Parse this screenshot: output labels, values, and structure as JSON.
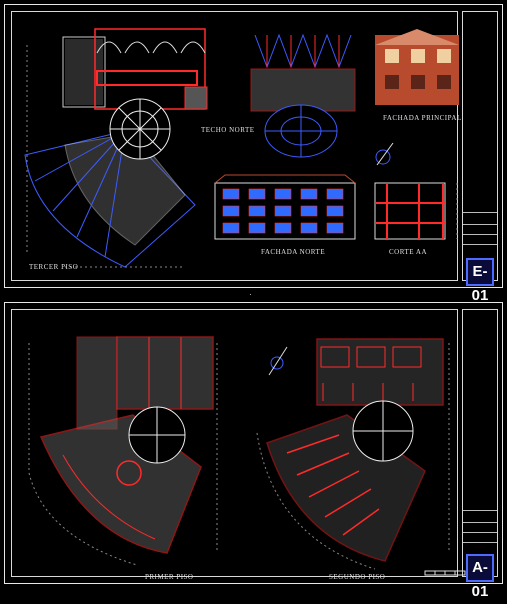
{
  "sheets": {
    "top": {
      "code": "E-01",
      "labels": {
        "techo_norte": "TECHO NORTE",
        "fachada_principal": "FACHADA PRINCIPAL",
        "tercer_piso": "TERCER PISO",
        "fachada_norte": "FACHADA NORTE",
        "corte_aa": "CORTE AA"
      }
    },
    "bottom": {
      "code": "A-01",
      "labels": {
        "primer_piso": "PRIMER PISO",
        "segundo_piso": "SEGUNDO PISO"
      }
    }
  },
  "colors": {
    "background": "#000000",
    "wall_red": "#ff2a2a",
    "line_white": "#e8e8e8",
    "hatch_gray": "#9a9a9a",
    "axis_blue": "#3d5bff",
    "facade_brown": "#b84a2e",
    "window_blue": "#2f6bff"
  }
}
